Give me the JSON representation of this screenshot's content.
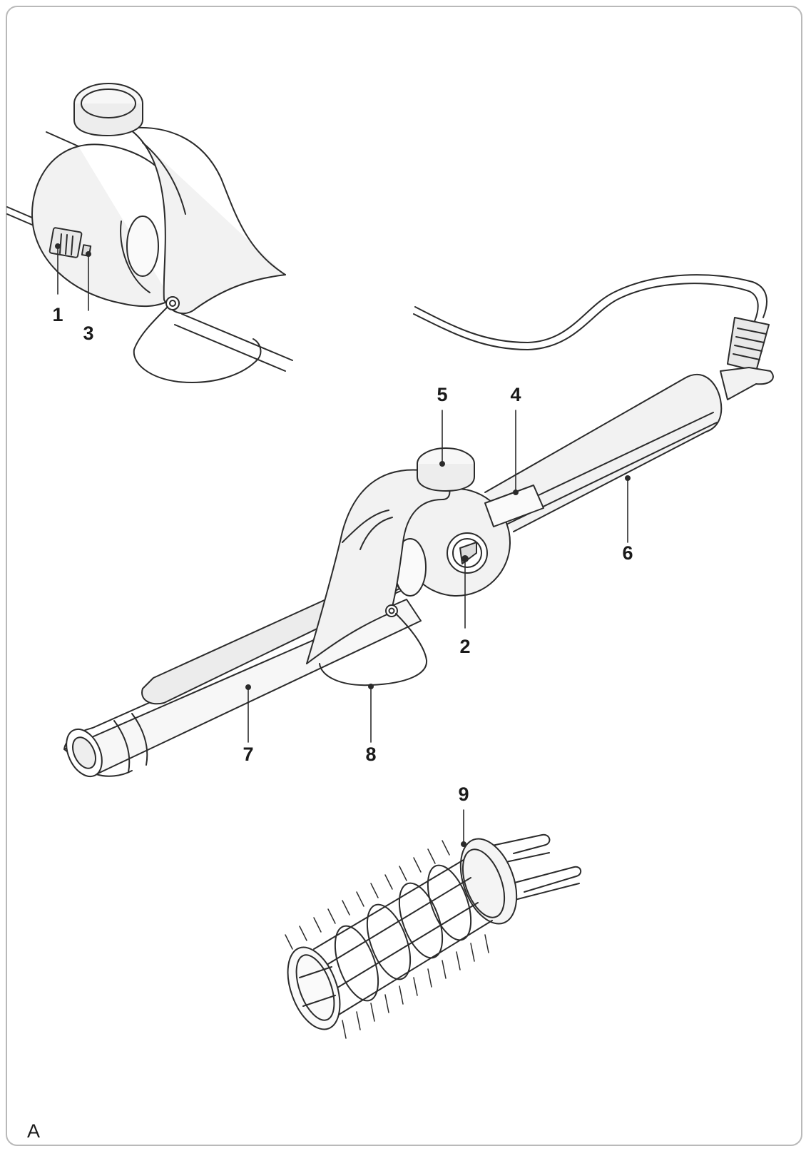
{
  "figure_label": "A",
  "callouts": {
    "c1": "1",
    "c2": "2",
    "c3": "3",
    "c4": "4",
    "c5": "5",
    "c6": "6",
    "c7": "7",
    "c8": "8",
    "c9": "9"
  },
  "colors": {
    "line": "#2b2b2b",
    "fill_body": "#f2f2f2",
    "fill_light": "#fafafa",
    "frame": "#b9b9b9"
  }
}
